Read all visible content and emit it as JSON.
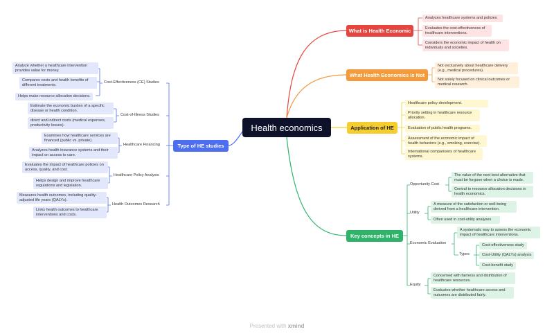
{
  "root": "Health economics",
  "branches": {
    "what_is": {
      "label": "What is Health Economic",
      "color": "#e5443f",
      "items": [
        "Analyzes healthcare systems and policies",
        "Evaluates the cost-effectiveness of healthcare interventions.",
        "Considers the economic impact of health on individuals and societies."
      ]
    },
    "is_not": {
      "label": "What Health Economics Is Not",
      "color": "#f39a3c",
      "items": [
        "Not exclusively about healthcare delivery (e.g., medical procedures).",
        "Not solely focused on clinical outcomes or medical research."
      ]
    },
    "application": {
      "label": "Application of HE",
      "color": "#f5cd2e",
      "items": [
        "Healthcare policy development.",
        "Priority setting in healthcare resource allocation.",
        "Evaluation of public health programs.",
        "Assessment of the economic impact of health behaviors (e.g., smoking, exercise).",
        "International comparisons of healthcare systems."
      ]
    },
    "key_concepts": {
      "label": "Key concepts in HE",
      "color": "#2fb36b",
      "opportunity": {
        "label": "Opportunity Cost",
        "items": [
          "The value of the next best alternative that must be forgone when a choice is made.",
          "Central to resource allocation decisions in health economics."
        ]
      },
      "utility": {
        "label": "Utility",
        "items": [
          "A measure of the satisfaction or well-being derived from a healthcare intervention.",
          "Often used in cost-utility analyses"
        ]
      },
      "economic_eval": {
        "label": "Economic Evaluation",
        "items": [
          "A systematic way to assess the economic impact of healthcare interventions."
        ],
        "types": {
          "label": "Types",
          "items": [
            "Cost-effectiveness study",
            "Cost-Utility (QALYs) analysis",
            "Cost-benefit study"
          ]
        }
      },
      "equity": {
        "label": "Equity",
        "items": [
          "Concerned with fairness and distribution of healthcare resources.",
          "Evaluates whether healthcare access and outcomes are distributed fairly."
        ]
      }
    },
    "types_he": {
      "label": "Type of HE studies",
      "color": "#4d6ef0",
      "ce": {
        "label": "Cost-Effectiveness (CE) Studies",
        "items": [
          "Analyze whether a healthcare intervention provides value for money.",
          "Compares costs and health benefits of different treatments.",
          "Helps make resource allocation decisions."
        ]
      },
      "coi": {
        "label": "Cost-of-Illness Studies",
        "items": [
          "Estimate the economic burden of a specific disease or health condition.",
          "direct and indirect costs (medical expenses, productivity losses)."
        ]
      },
      "financing": {
        "label": "Healthcare Financing",
        "items": [
          "Examines how healthcare services are financed (public vs. private).",
          "Analyzes health insurance systems and their impact on access to care."
        ]
      },
      "policy": {
        "label": "Healthcare Policy Analysis",
        "items": [
          "Evaluates the impact of healthcare policies on access, quality, and cost.",
          "Helps design and improve healthcare regulations and legislation."
        ]
      },
      "outcomes": {
        "label": "Health Outcomes Research",
        "items": [
          "Measures health outcomes, including quality-adjusted life years (QALYs).",
          "Links health outcomes to healthcare interventions and costs."
        ]
      }
    }
  },
  "footer": {
    "prefix": "Presented with",
    "brand": "xmind"
  }
}
